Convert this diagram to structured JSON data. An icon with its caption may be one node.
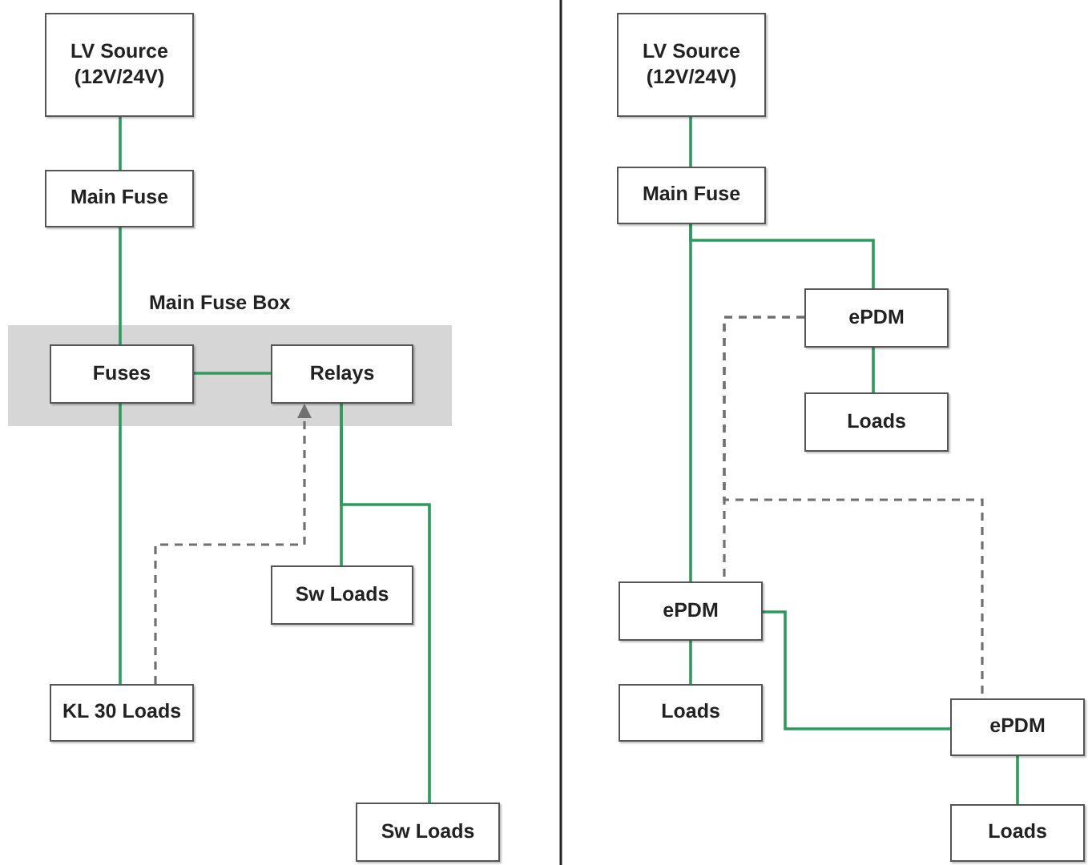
{
  "diagram": {
    "nodes": [
      {
        "text": [
          "LV Source (12V/24V)"
        ]
      },
      {
        "text": [
          "Main Fuse"
        ]
      },
      {
        "text": [
          "Main Fuse Box"
        ]
      },
      {
        "text": [
          "Fuses"
        ],
        "in": 2
      },
      {
        "text": [
          "Relays"
        ],
        "in": 2
      },
      {
        "text": [
          "Sw Loads"
        ]
      },
      {
        "text": [
          "KL 30 Loads"
        ]
      },
      {
        "text": [
          "Sw Loads"
        ]
      },
      {
        "text": [
          "LV Source (12V/24V)"
        ]
      },
      {
        "text": [
          "Main Fuse"
        ]
      },
      {
        "text": [
          "ePDM"
        ]
      },
      {
        "text": [
          "Loads"
        ]
      },
      {
        "text": [
          "ePDM"
        ]
      },
      {
        "text": [
          "Loads"
        ]
      },
      {
        "text": [
          "ePDM"
        ]
      },
      {
        "text": [
          "Loads"
        ]
      }
    ],
    "edges": [
      {
        "from": 0,
        "to": 1,
        "arrow": "none"
      },
      {
        "from": 1,
        "to": 3,
        "arrow": "none"
      },
      {
        "from": 3,
        "to": 4,
        "arrow": "none"
      },
      {
        "from": 3,
        "to": 6,
        "arrow": "none"
      },
      {
        "from": 4,
        "to": 5,
        "arrow": "none"
      },
      {
        "from": 4,
        "to": 7,
        "arrow": "none"
      },
      {
        "from": 6,
        "to": 4,
        "arrow": "to",
        "style": "dashed",
        "color": "#707070"
      },
      {
        "from": 8,
        "to": 9,
        "arrow": "none"
      },
      {
        "from": 9,
        "to": 12,
        "arrow": "none"
      },
      {
        "from": 9,
        "to": 10,
        "arrow": "none"
      },
      {
        "from": 10,
        "to": 11,
        "arrow": "none"
      },
      {
        "from": 12,
        "to": 13,
        "arrow": "none"
      },
      {
        "from": 12,
        "to": 14,
        "arrow": "none"
      },
      {
        "from": 10,
        "to": 12,
        "arrow": "none",
        "style": "dashed",
        "color": "#707070"
      },
      {
        "from": 10,
        "to": 14,
        "arrow": "none",
        "style": "dashed",
        "color": "#707070"
      },
      {
        "from": 14,
        "to": 15,
        "arrow": "none"
      }
    ]
  }
}
